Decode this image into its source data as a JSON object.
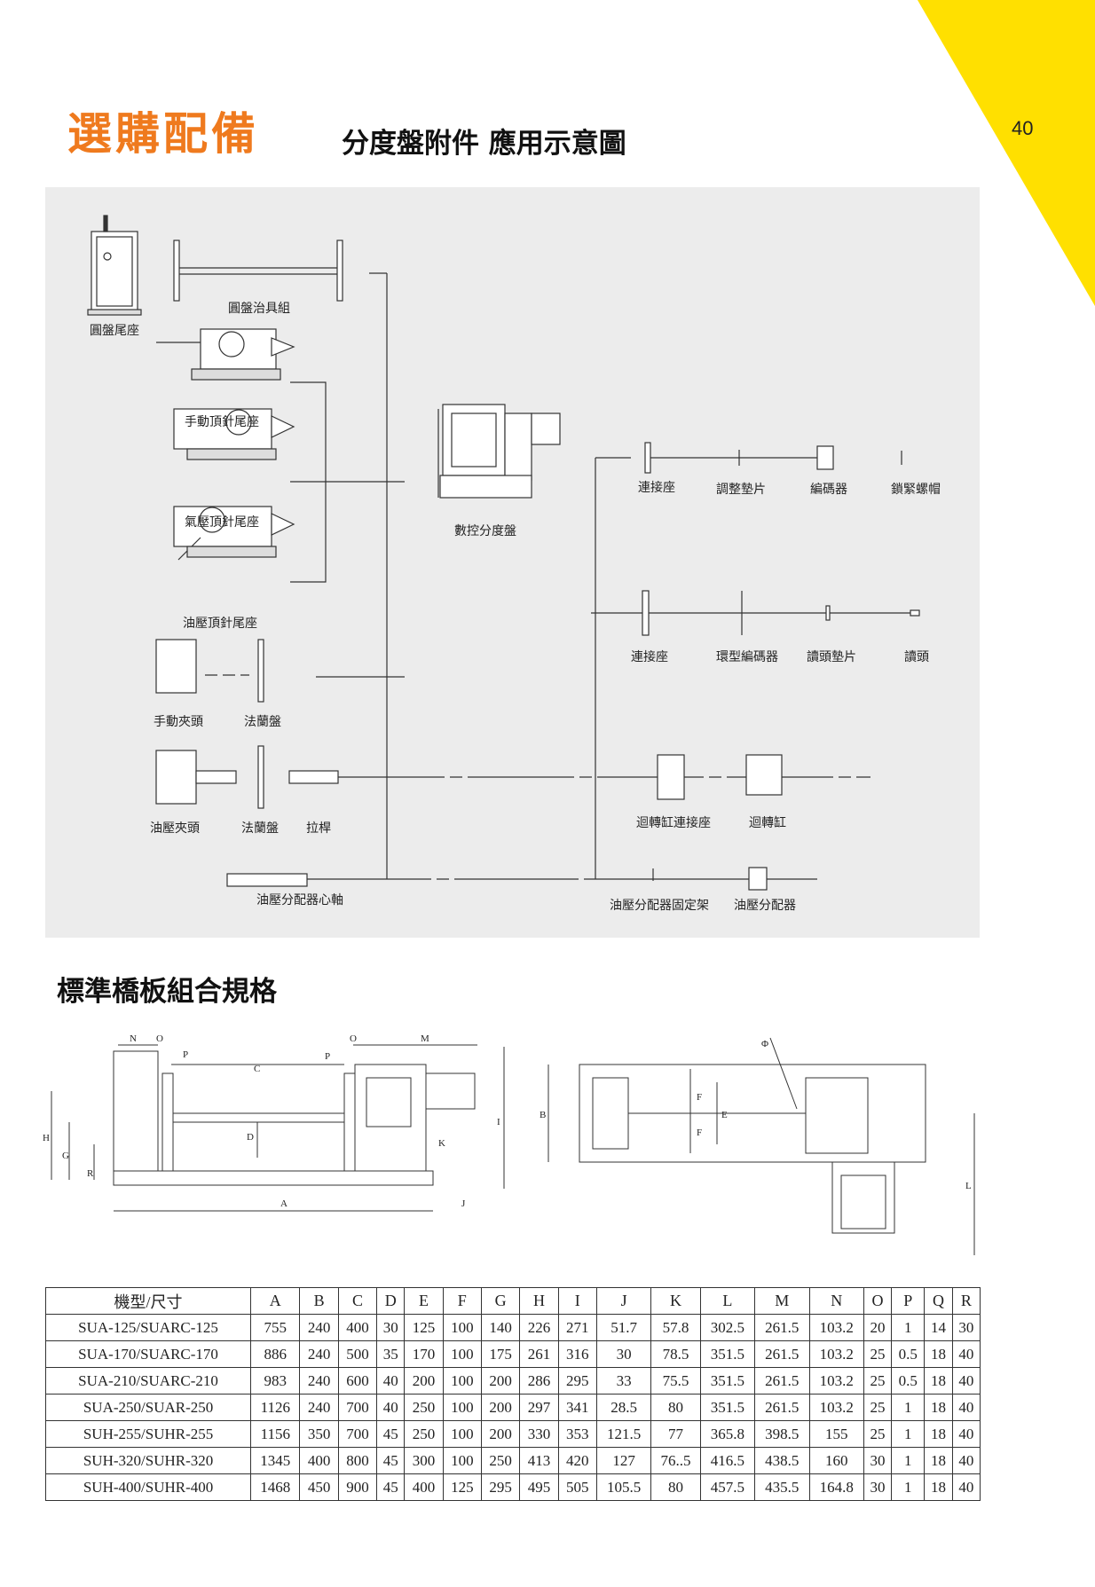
{
  "page": {
    "number": "40",
    "title_main": "選購配備",
    "title_sub": "分度盤附件 應用示意圖",
    "section_title": "標準橋板組合規格",
    "accent_color": "#ef7a1e",
    "corner_color": "#ffe000",
    "panel_color": "#ececec"
  },
  "diagram": {
    "labels": {
      "tailstock": "圓盤尾座",
      "fixture_set": "圓盤治具組",
      "manual_tailstock": "手動頂針尾座",
      "pneumatic_tailstock": "氣壓頂針尾座",
      "hydraulic_tailstock": "油壓頂針尾座",
      "manual_chuck": "手動夾頭",
      "flange_1": "法蘭盤",
      "hydraulic_chuck": "油壓夾頭",
      "flange_2": "法蘭盤",
      "draw_bar": "拉桿",
      "distributor_shaft": "油壓分配器心軸",
      "cnc_table": "數控分度盤",
      "connector_1": "連接座",
      "shim": "調整墊片",
      "encoder": "編碼器",
      "lock_nut": "鎖緊螺帽",
      "connector_2": "連接座",
      "ring_encoder": "環型編碼器",
      "read_head_shim": "讀頭墊片",
      "read_head": "讀頭",
      "cylinder_connector": "迴轉缸連接座",
      "rotary_cylinder": "迴轉缸",
      "distributor_bracket": "油壓分配器固定架",
      "distributor": "油壓分配器"
    }
  },
  "drawing_dims": {
    "side": [
      "N",
      "O",
      "P",
      "C",
      "O",
      "M",
      "P",
      "H",
      "G",
      "R",
      "D",
      "I",
      "K",
      "A",
      "J"
    ],
    "top": [
      "B",
      "F",
      "F",
      "E",
      "L",
      "Φ"
    ]
  },
  "table": {
    "headers": [
      "機型/尺寸",
      "A",
      "B",
      "C",
      "D",
      "E",
      "F",
      "G",
      "H",
      "I",
      "J",
      "K",
      "L",
      "M",
      "N",
      "O",
      "P",
      "Q",
      "R"
    ],
    "rows": [
      [
        "SUA-125/SUARC-125",
        "755",
        "240",
        "400",
        "30",
        "125",
        "100",
        "140",
        "226",
        "271",
        "51.7",
        "57.8",
        "302.5",
        "261.5",
        "103.2",
        "20",
        "1",
        "14",
        "30"
      ],
      [
        "SUA-170/SUARC-170",
        "886",
        "240",
        "500",
        "35",
        "170",
        "100",
        "175",
        "261",
        "316",
        "30",
        "78.5",
        "351.5",
        "261.5",
        "103.2",
        "25",
        "0.5",
        "18",
        "40"
      ],
      [
        "SUA-210/SUARC-210",
        "983",
        "240",
        "600",
        "40",
        "200",
        "100",
        "200",
        "286",
        "295",
        "33",
        "75.5",
        "351.5",
        "261.5",
        "103.2",
        "25",
        "0.5",
        "18",
        "40"
      ],
      [
        "SUA-250/SUAR-250",
        "1126",
        "240",
        "700",
        "40",
        "250",
        "100",
        "200",
        "297",
        "341",
        "28.5",
        "80",
        "351.5",
        "261.5",
        "103.2",
        "25",
        "1",
        "18",
        "40"
      ],
      [
        "SUH-255/SUHR-255",
        "1156",
        "350",
        "700",
        "45",
        "250",
        "100",
        "200",
        "330",
        "353",
        "121.5",
        "77",
        "365.8",
        "398.5",
        "155",
        "25",
        "1",
        "18",
        "40"
      ],
      [
        "SUH-320/SUHR-320",
        "1345",
        "400",
        "800",
        "45",
        "300",
        "100",
        "250",
        "413",
        "420",
        "127",
        "76..5",
        "416.5",
        "438.5",
        "160",
        "30",
        "1",
        "18",
        "40"
      ],
      [
        "SUH-400/SUHR-400",
        "1468",
        "450",
        "900",
        "45",
        "400",
        "125",
        "295",
        "495",
        "505",
        "105.5",
        "80",
        "457.5",
        "435.5",
        "164.8",
        "30",
        "1",
        "18",
        "40"
      ]
    ]
  }
}
